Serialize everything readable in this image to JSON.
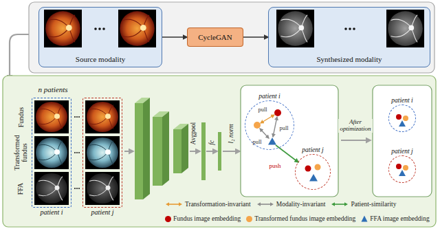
{
  "diagram": {
    "nodes": [
      {
        "text": [
          "Source modality"
        ]
      },
      {
        "text": [
          "CycleGAN"
        ]
      },
      {
        "text": [
          "Synthesized modality"
        ]
      },
      {
        "text": [
          "patient i"
        ]
      },
      {
        "text": [
          "patient j"
        ]
      },
      {
        "text": [
          "patient i"
        ]
      },
      {
        "text": [
          "patient j"
        ]
      },
      {
        "text": [
          "patient i"
        ]
      },
      {
        "text": [
          "patient j"
        ]
      }
    ],
    "edges": [
      {
        "from": 0,
        "to": 1,
        "arrow": "to"
      },
      {
        "from": 1,
        "to": 2,
        "arrow": "to"
      }
    ],
    "labels": [
      "n patients",
      "Fundus",
      "Transformed fundus",
      "FFA",
      "Avgpool",
      "fc",
      "l₂ norm",
      "pull",
      "pull",
      "pull",
      "push",
      "After optimization"
    ],
    "legend": [
      {
        "text": "Transformation-invariant"
      },
      {
        "text": "Modality-invariant"
      },
      {
        "text": "Patient-similarity"
      },
      {
        "text": "Fundus image embedding",
        "color": "#c00000"
      },
      {
        "text": "Transformed fundus image embedding",
        "color": "#f5a54a"
      },
      {
        "text": "FFA image embedding"
      }
    ]
  }
}
